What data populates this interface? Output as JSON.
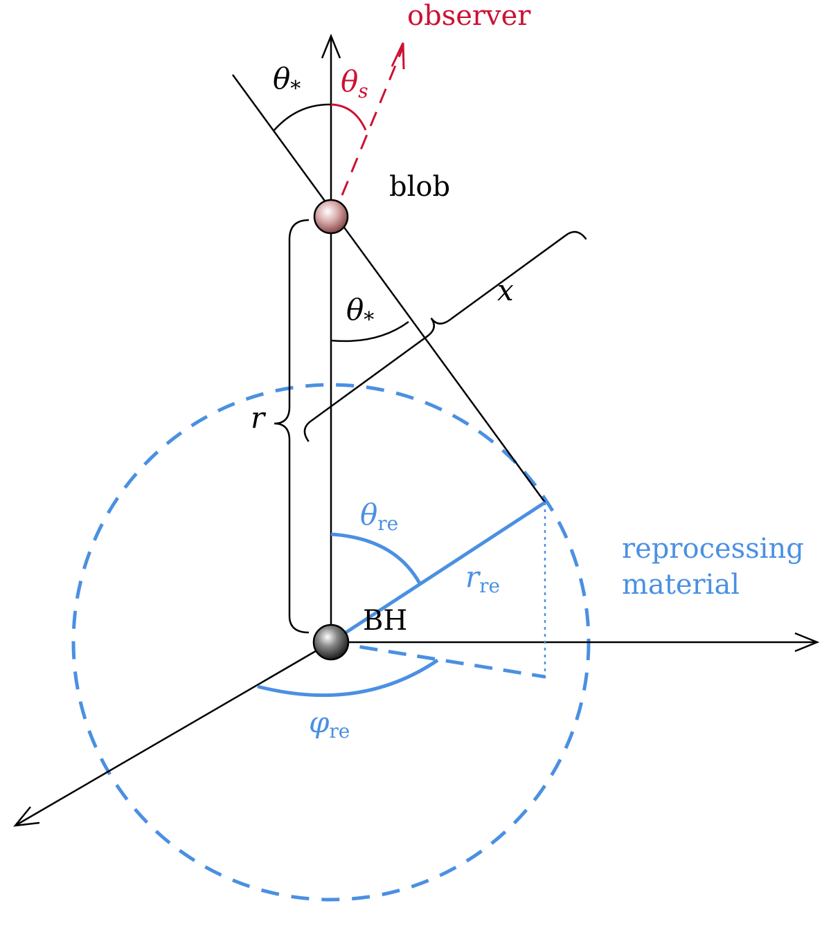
{
  "labels": {
    "observer": "observer",
    "theta_s": {
      "base": "θ",
      "sub": "s"
    },
    "theta_star_top": {
      "base": "θ",
      "sub": "*"
    },
    "theta_star_mid": {
      "base": "θ",
      "sub": "*"
    },
    "blob": "blob",
    "x": "x",
    "r": "r",
    "theta_re": {
      "base": "θ",
      "sub": "re"
    },
    "r_re": {
      "base": "r",
      "sub": "re"
    },
    "BH": "BH",
    "phi_re": {
      "base": "φ",
      "sub": "re"
    },
    "reprocessing_line1": "reprocessing",
    "reprocessing_line2": "material"
  },
  "colors": {
    "black": "#000000",
    "red": "#cc1133",
    "blue": "#4a90e2"
  }
}
